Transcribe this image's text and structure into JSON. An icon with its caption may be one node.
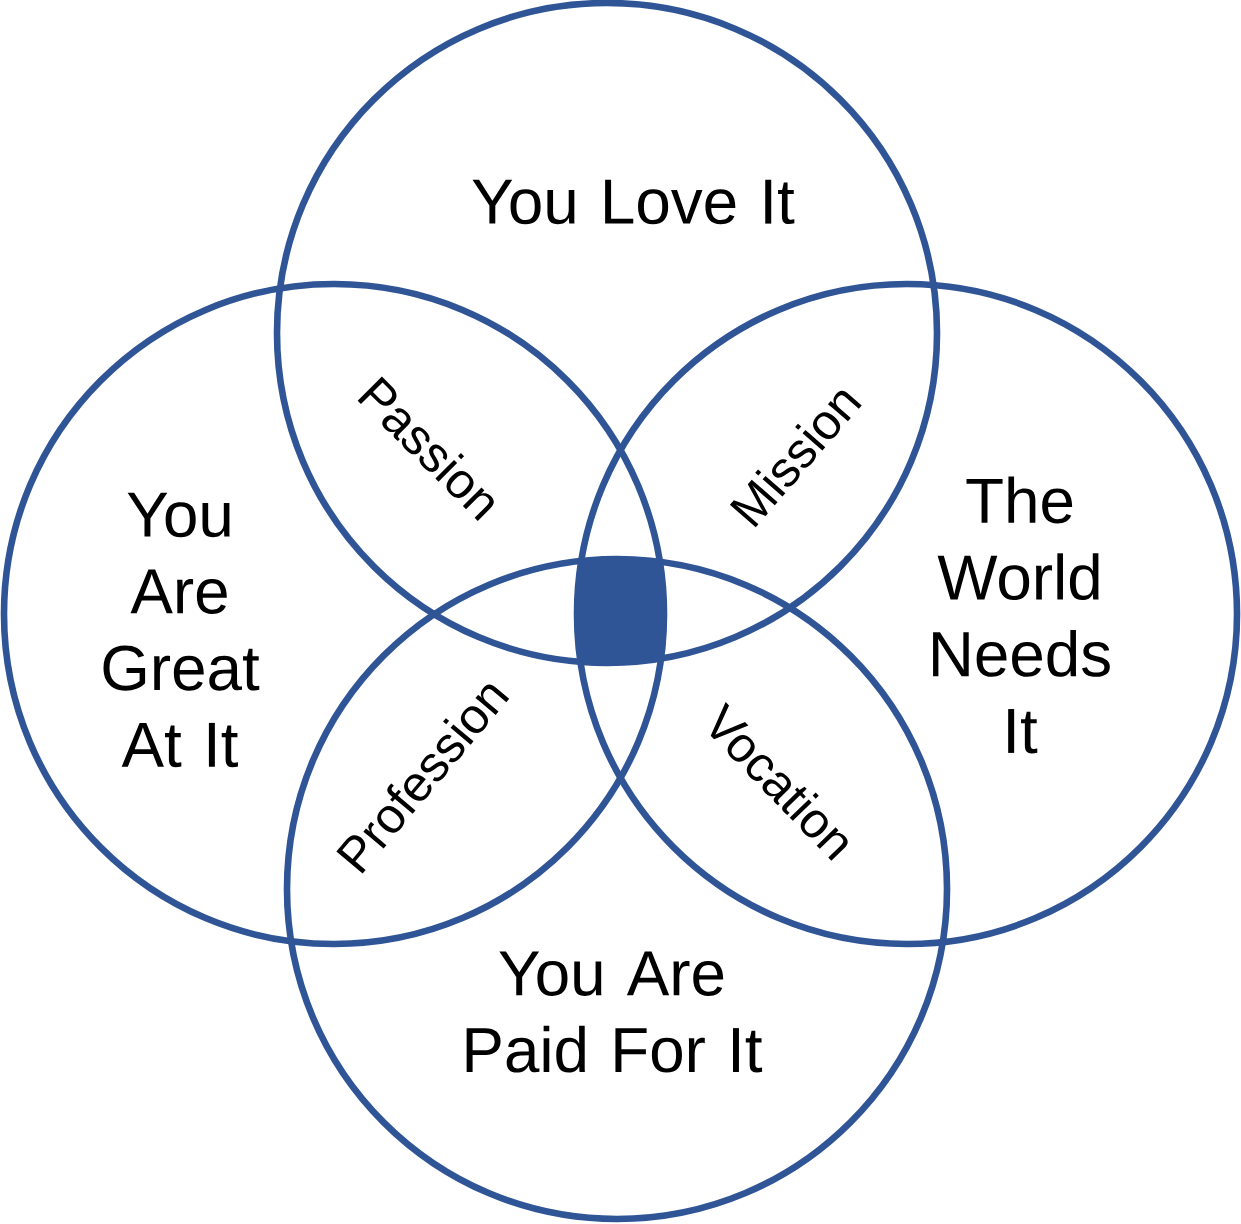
{
  "diagram": {
    "nodes": [
      {
        "text": [
          "You Love It"
        ]
      },
      {
        "text": [
          "You Are Great At It"
        ]
      },
      {
        "text": [
          "The World Needs It"
        ]
      },
      {
        "text": [],
        "shape": "box"
      },
      {
        "text": [
          "You Are Paid For It"
        ]
      }
    ],
    "labels": [
      "Passion",
      "Mission",
      "Profession",
      "Vocation"
    ]
  }
}
